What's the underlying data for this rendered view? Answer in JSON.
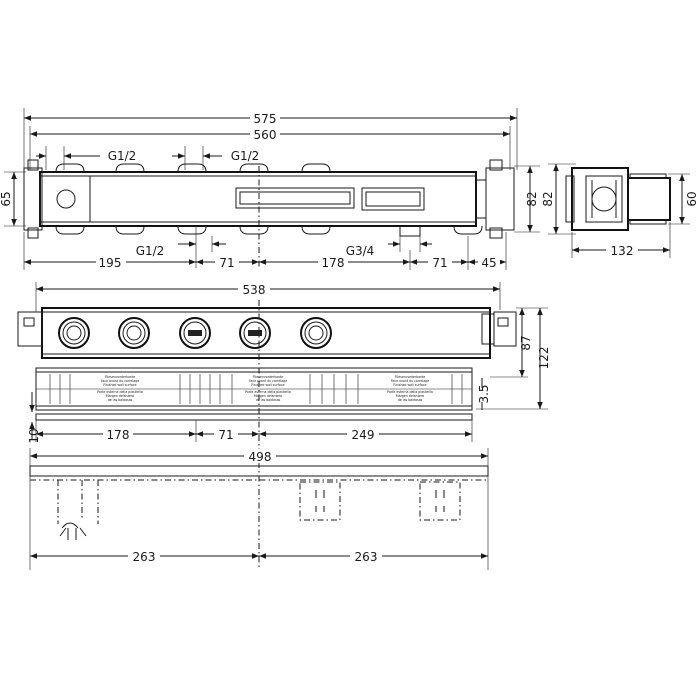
{
  "dimensions": {
    "overall_width_outer": "575",
    "overall_width_inner": "560",
    "thread_left_1": "G1/2",
    "thread_left_2": "G1/2",
    "height_left": "65",
    "height_right": "82",
    "bottom_thread_1": "G1/2",
    "bottom_thread_2": "G3/4",
    "bottom_195": "195",
    "bottom_71_a": "71",
    "bottom_178": "178",
    "bottom_71_b": "71",
    "bottom_45": "45",
    "side_height": "82",
    "side_width": "132",
    "side_depth": "60",
    "front_width": "538",
    "front_87": "87",
    "front_122": "122",
    "front_3_5": "3.5",
    "front_178": "178",
    "front_71": "71",
    "front_249": "249",
    "front_10": "10",
    "template_498": "498",
    "template_263_left": "263",
    "template_263_right": "263"
  },
  "plaster_guard_label_lines": [
    "Fliesenvorderkante",
    "Face avant du carrelage",
    "Finished wall surface",
    "Parte esterna della piastrella",
    "Margen delantero",
    "de las baldosas"
  ],
  "colors": {
    "line": "#1a1a1a",
    "background": "#ffffff"
  },
  "icons": {
    "valve_ports": "circle-port-icon",
    "mounting_brackets": "bracket-icon"
  }
}
